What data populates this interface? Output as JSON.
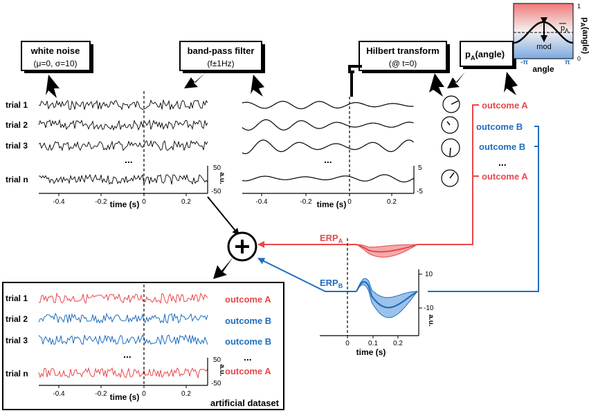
{
  "boxes": {
    "noise": {
      "title": "white noise",
      "sub": "(μ=0, σ=10)"
    },
    "filter": {
      "title": "band-pass filter",
      "sub": "(f±1Hz)"
    },
    "hilbert": {
      "title": "Hilbert transform",
      "sub": "(@ t=0)"
    },
    "pa": {
      "title": "p",
      "title_sub": "A",
      "title_rest": "(angle)"
    }
  },
  "trials": {
    "t1": "trial 1",
    "t2": "trial 2",
    "t3": "trial 3",
    "dots": "...",
    "tn": "trial n"
  },
  "outcomes": {
    "a1": "outcome A",
    "b1": "outcome B",
    "b2": "outcome B",
    "dots": "...",
    "a2": "outcome A"
  },
  "dataset": {
    "label": "artificial dataset",
    "outcomes": {
      "a1": "outcome A",
      "b1": "outcome B",
      "b2": "outcome B",
      "dots": "...",
      "a2": "outcome A"
    }
  },
  "axes": {
    "time_label": "time (s)",
    "ticks": [
      "-0.4",
      "-0.2",
      "0",
      "0.2"
    ],
    "amp_top": "50",
    "amp_bot": "-50",
    "amp_unit": "a.u.",
    "filt_top": "5",
    "filt_bot": "-5",
    "erp_ticks_x": [
      "0",
      "0.1",
      "0.2"
    ],
    "erp_ticks_y": [
      "10",
      "-10"
    ]
  },
  "erp": {
    "a": "ERP",
    "a_sub": "A",
    "b": "ERP",
    "b_sub": "B"
  },
  "pa_plot": {
    "ylabel": "p",
    "ylabel_sub": "A",
    "ylabel_rest": "(angle)",
    "xlabel": "angle",
    "x_min": "-π",
    "x_max": "π",
    "y_max": "1",
    "y_min": "0",
    "mean": "p",
    "mean_sub": "A",
    "mod": "mod"
  },
  "colors": {
    "a": "#e8474a",
    "b": "#1f6dbe",
    "black": "#000000"
  }
}
